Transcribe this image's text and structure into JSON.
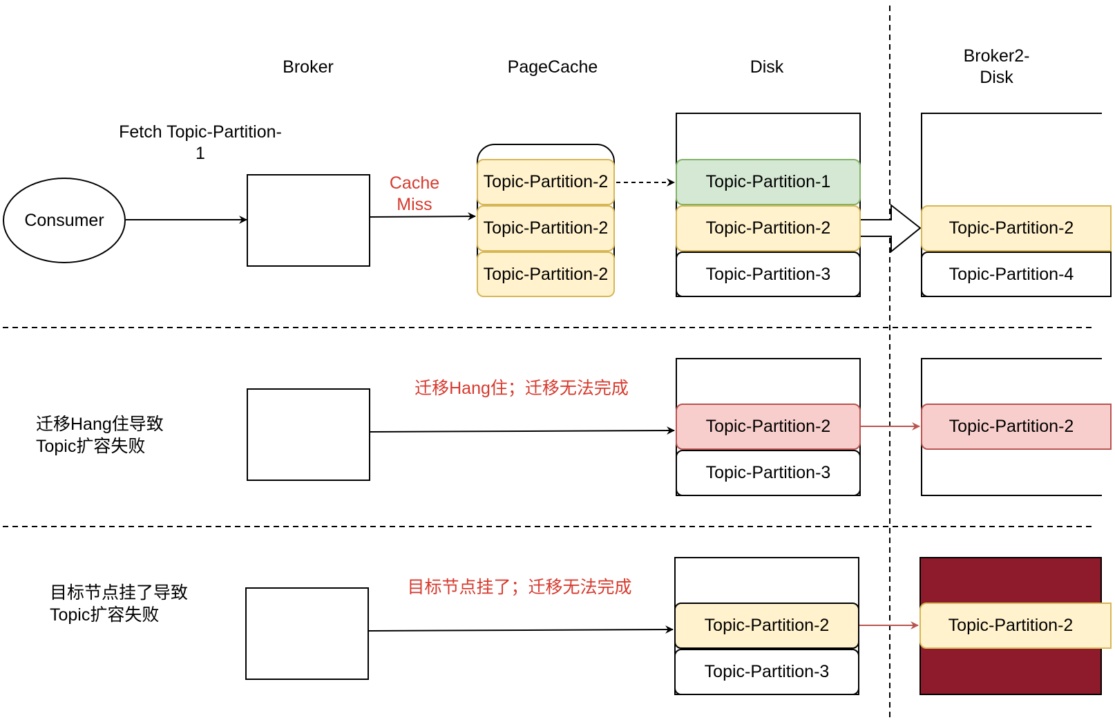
{
  "headers": {
    "broker": "Broker",
    "pagecache": "PageCache",
    "disk": "Disk",
    "broker2_disk": "Broker2-\nDisk"
  },
  "row1": {
    "fetch_label": "Fetch Topic-Partition-\n1",
    "consumer": "Consumer",
    "cache_miss": "Cache\nMiss",
    "pagecache_items": [
      "Topic-Partition-2",
      "Topic-Partition-2",
      "Topic-Partition-2"
    ],
    "disk_items": [
      "Topic-Partition-1",
      "Topic-Partition-2",
      "Topic-Partition-3"
    ],
    "broker2_items": [
      "Topic-Partition-2",
      "Topic-Partition-4"
    ]
  },
  "row2": {
    "left_label": "迁移Hang住导致\nTopic扩容失败",
    "red_label": "迁移Hang住；迁移无法完成",
    "disk_items": [
      "Topic-Partition-2",
      "Topic-Partition-3"
    ],
    "broker2_items": [
      "Topic-Partition-2"
    ]
  },
  "row3": {
    "left_label": "目标节点挂了导致\nTopic扩容失败",
    "red_label": "目标节点挂了；迁移无法完成",
    "disk_items": [
      "Topic-Partition-2",
      "Topic-Partition-3"
    ],
    "broker2_items": [
      "Topic-Partition-2"
    ]
  },
  "colors": {
    "red_text": "#d63a2e",
    "yellow_fill": "#fff2cc",
    "green_fill": "#d5e8d4",
    "pink_fill": "#f8cecc",
    "dark_red_fill": "#8e1b2b",
    "arrow_red": "#b85450"
  }
}
